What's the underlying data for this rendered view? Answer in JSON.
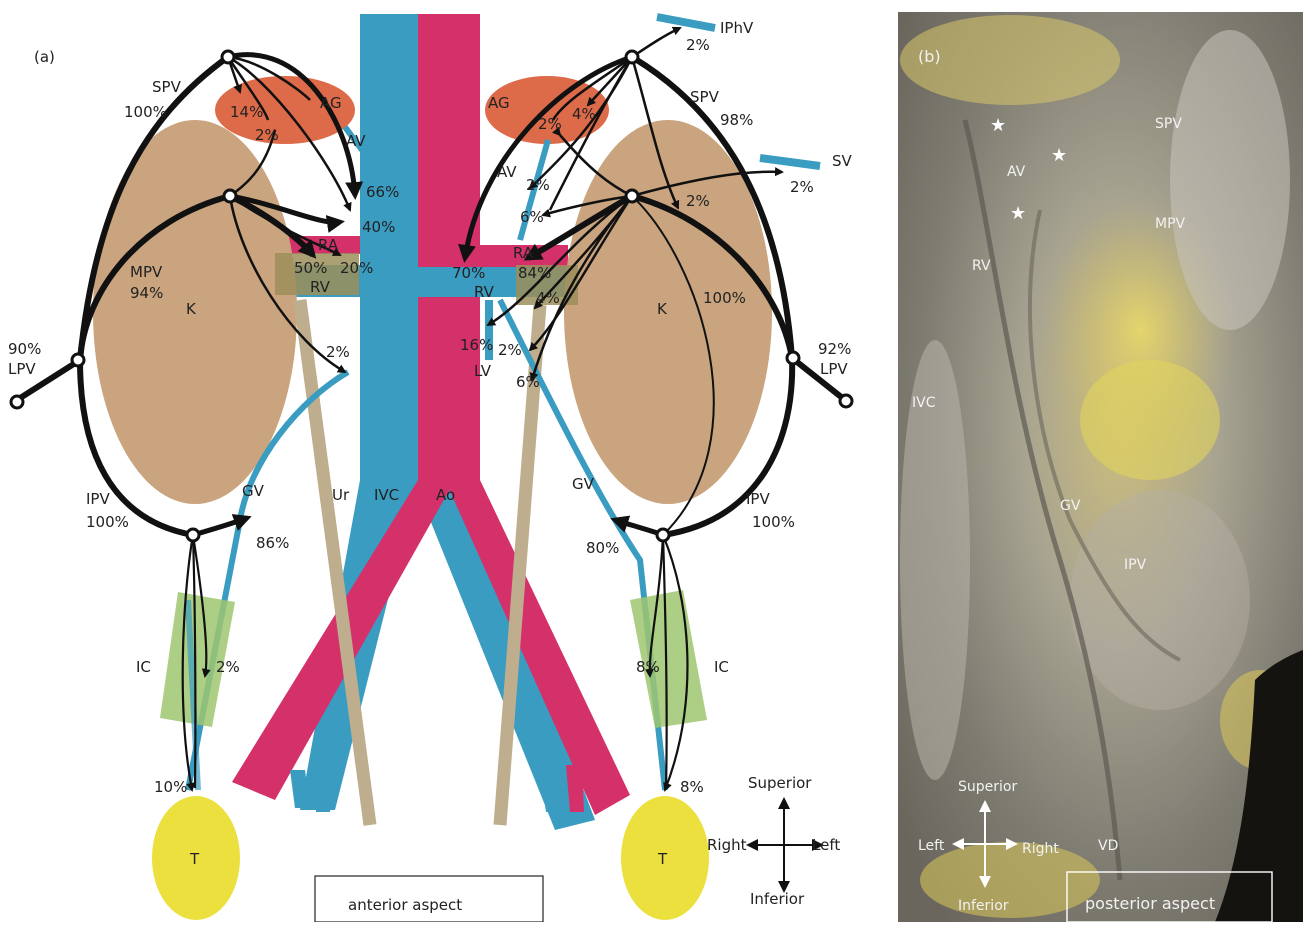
{
  "panel_a": {
    "tag": "(a)",
    "aspect": "anterior aspect",
    "organs": {
      "ag": "AG",
      "k": "K",
      "ra": "RA",
      "rv": "RV",
      "t": "T",
      "ic": "IC",
      "ur": "Ur",
      "ivc": "IVC",
      "ao": "Ao",
      "av": "AV",
      "gv": "GV",
      "lv": "LV",
      "sv": "SV",
      "iphv": "IPhV"
    },
    "veins": {
      "spv": "SPV",
      "mpv": "MPV",
      "ipv": "IPV",
      "lpv": "LPV"
    },
    "right_side": {
      "spv_pct": "100%",
      "ag_pct": "14%",
      "ag2_pct": "2%",
      "ivc_66": "66%",
      "ivc_40": "40%",
      "ra_50": "50%",
      "ra_20": "20%",
      "mpv_pct": "94%",
      "lpv_pct": "90%",
      "ivc_2": "2%",
      "ipv_pct": "100%",
      "gv_pct": "86%",
      "ic_pct": "2%",
      "t_pct": "10%"
    },
    "left_side": {
      "iphv_pct": "2%",
      "spv_pct": "98%",
      "ag_4": "4%",
      "ag_2": "2%",
      "av_2": "2%",
      "sv_2": "2%",
      "mpv_2": "2%",
      "rv_6": "6%",
      "ra_70": "70%",
      "ra_84": "84%",
      "mpv_pct": "100%",
      "lpv_pct": "92%",
      "rv_4": "4%",
      "lv_16": "16%",
      "lv_2": "2%",
      "lv_6": "6%",
      "ipv_pct": "100%",
      "gv_pct": "80%",
      "ic_pct": "8%",
      "t_pct": "8%"
    },
    "compass": {
      "up": "Superior",
      "down": "Inferior",
      "left": "Right",
      "right": "Left"
    }
  },
  "panel_b": {
    "tag": "(b)",
    "aspect": "posterior aspect",
    "labels": {
      "spv": "SPV",
      "av": "AV",
      "mpv": "MPV",
      "rv": "RV",
      "ivc": "IVC",
      "gv": "GV",
      "ipv": "IPV",
      "vd": "VD"
    },
    "stars": [
      "★",
      "★",
      "★"
    ],
    "compass": {
      "up": "Superior",
      "down": "Inferior",
      "left": "Left",
      "right": "Right"
    }
  },
  "colors": {
    "vein_blue": "#3a9cc1",
    "artery_pink": "#d4306a",
    "kidney": "#c9a47e",
    "adrenal": "#dd6a48",
    "testis": "#ece03e",
    "ic_green": "#9ec670",
    "ureter": "#bfae8e"
  }
}
